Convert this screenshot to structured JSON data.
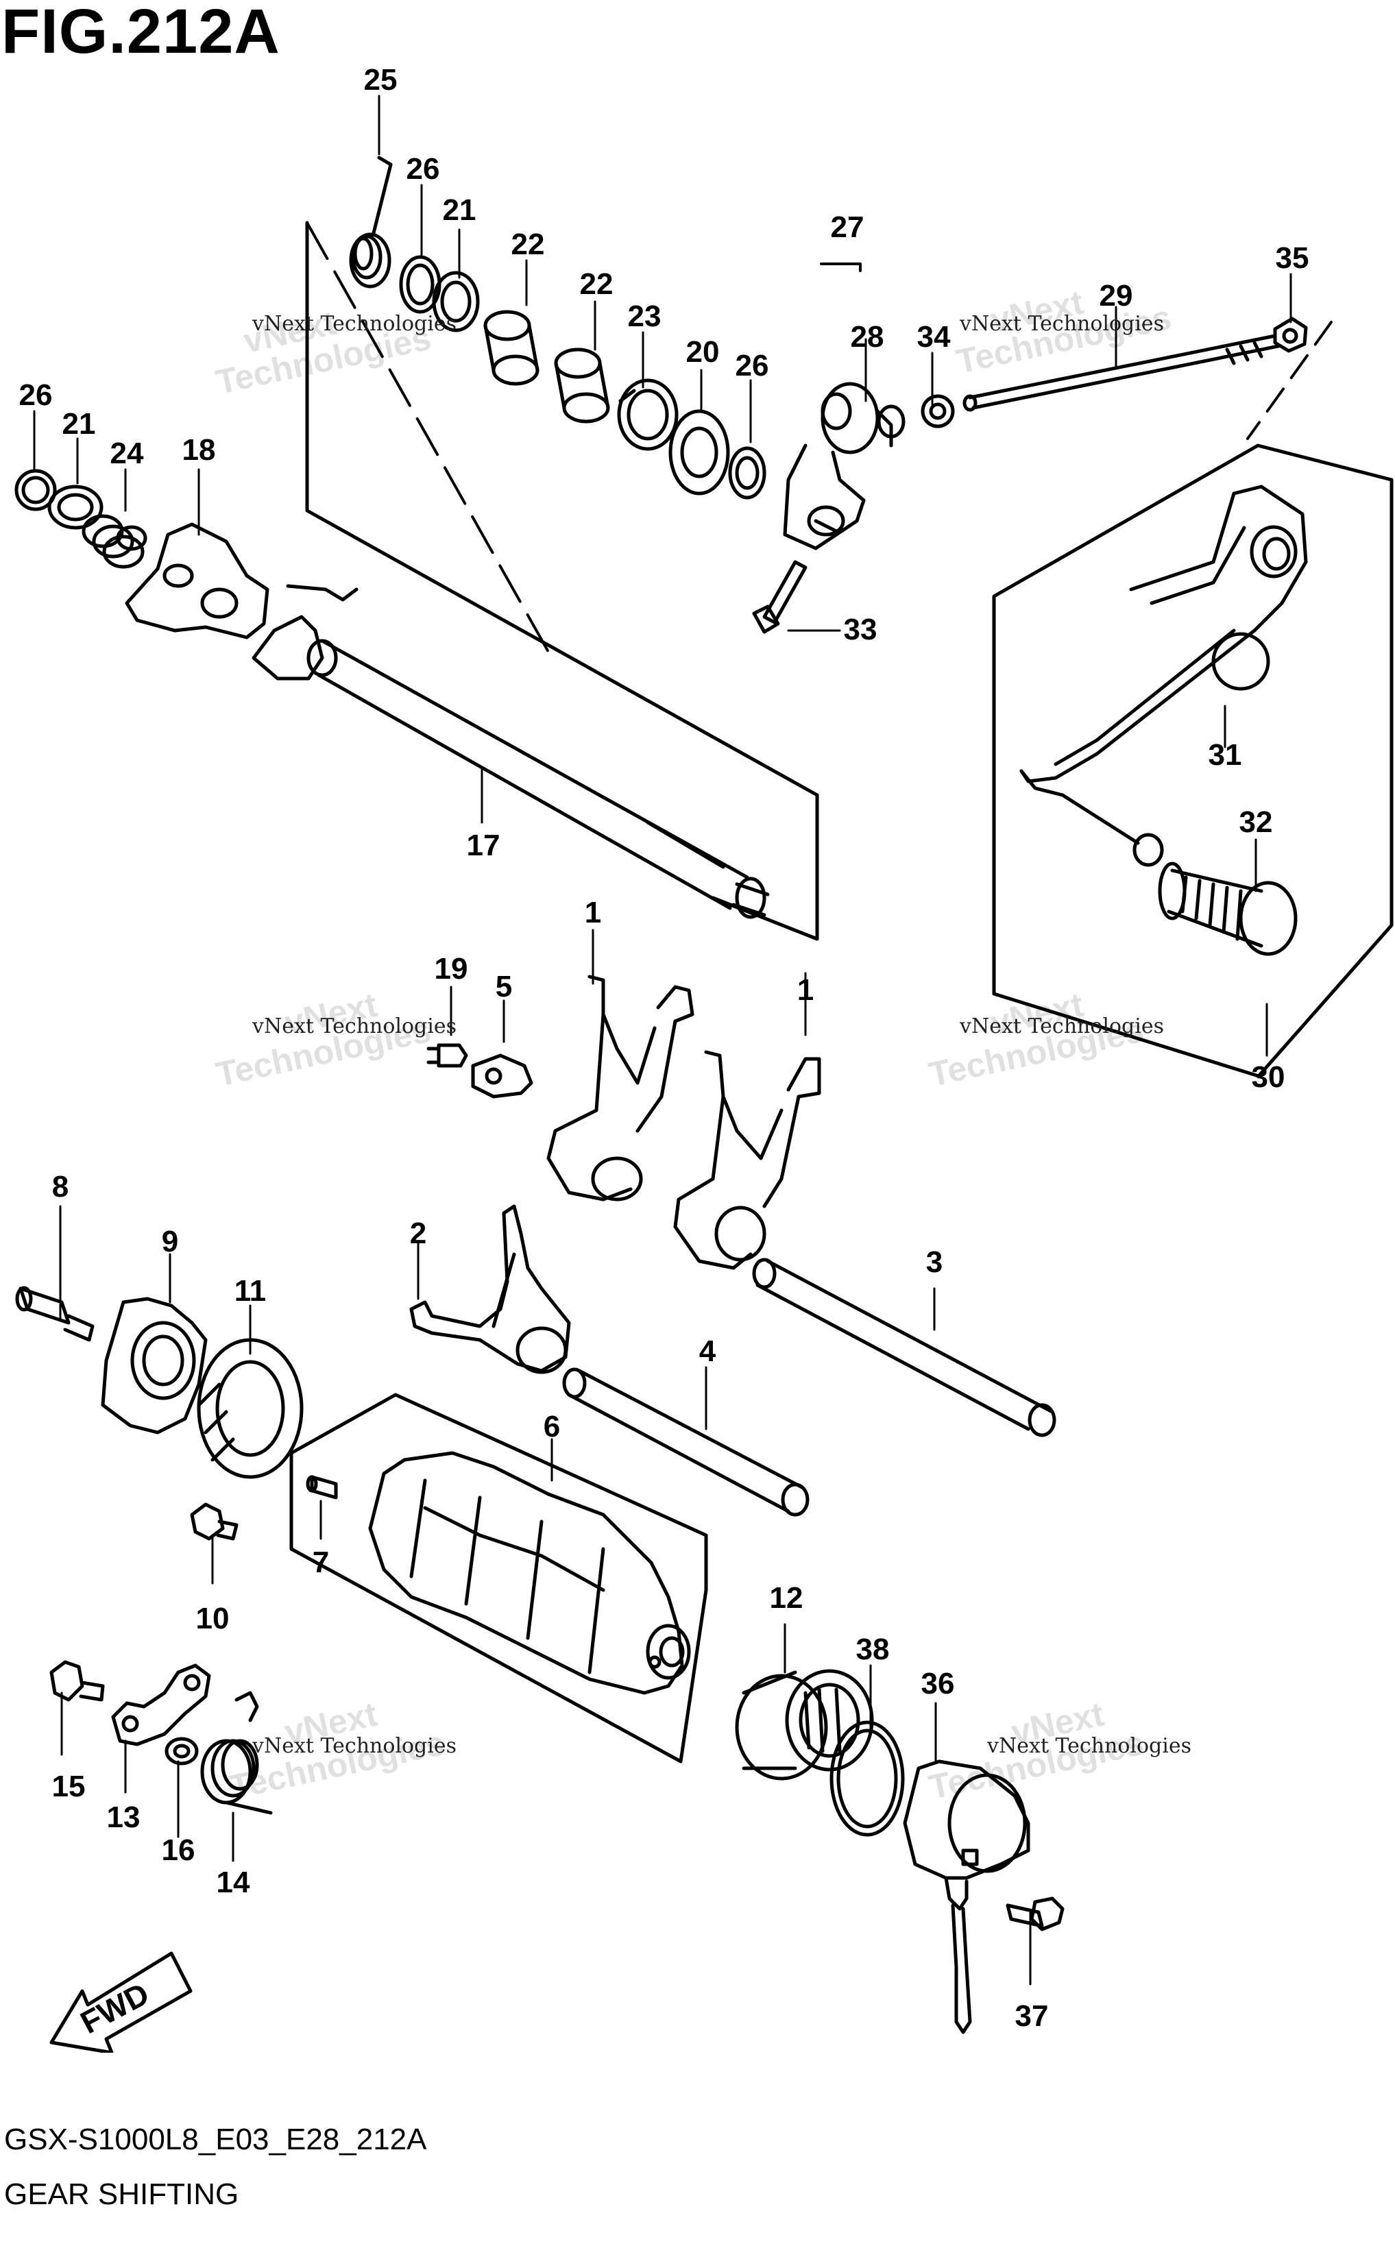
{
  "figure": {
    "title": "FIG.212A",
    "code": "GSX-S1000L8_E03_E28_212A",
    "name": "GEAR SHIFTING"
  },
  "direction_marker": {
    "label": "FWD",
    "icon": "forward-arrow-icon"
  },
  "watermark": {
    "line1": "vNext Technologies",
    "brand_top": "vNext",
    "brand_bottom": "Technologies"
  },
  "callouts": {
    "c1a": "1",
    "c1b": "1",
    "c2": "2",
    "c3": "3",
    "c4": "4",
    "c5": "5",
    "c6": "6",
    "c7": "7",
    "c8": "8",
    "c9": "9",
    "c10": "10",
    "c11": "11",
    "c12": "12",
    "c13": "13",
    "c14": "14",
    "c15": "15",
    "c16": "16",
    "c17": "17",
    "c18": "18",
    "c19": "19",
    "c20": "20",
    "c21a": "21",
    "c21b": "21",
    "c22a": "22",
    "c22b": "22",
    "c23": "23",
    "c24": "24",
    "c25": "25",
    "c26a": "26",
    "c26b": "26",
    "c26c": "26",
    "c27": "27",
    "c28": "28",
    "c29": "29",
    "c30": "30",
    "c31": "31",
    "c32": "32",
    "c33": "33",
    "c34": "34",
    "c35": "35",
    "c36": "36",
    "c37": "37",
    "c38": "38"
  }
}
